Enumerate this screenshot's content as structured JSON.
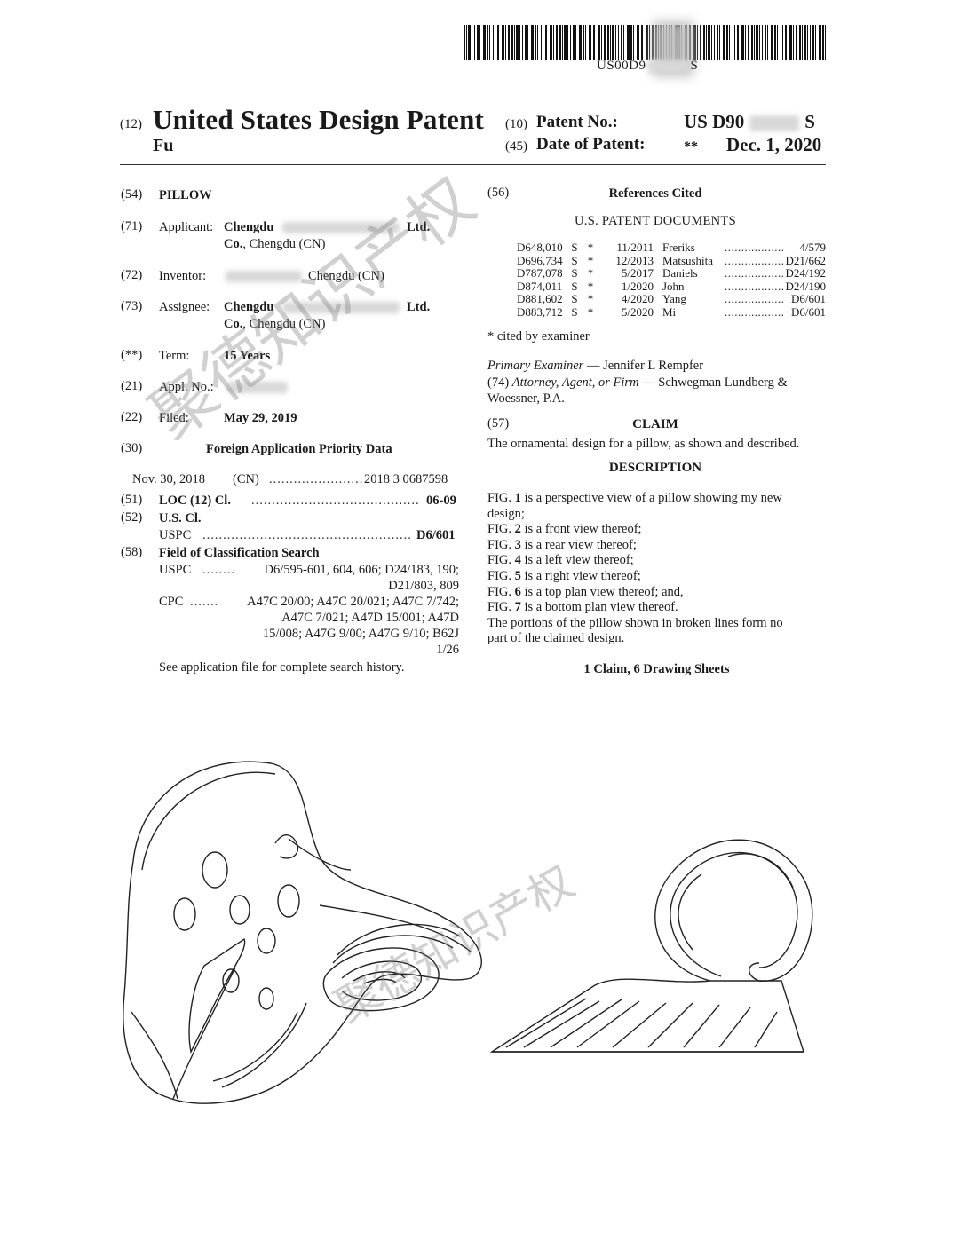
{
  "barcode": {
    "text_prefix": "US00D9",
    "text_suffix": "S"
  },
  "header": {
    "code_12": "(12)",
    "title": "United States Design Patent",
    "inventor_surname": "Fu",
    "code_10": "(10)",
    "patent_no_label": "Patent No.:",
    "patent_no_prefix": "US D90",
    "patent_no_suffix": "S",
    "code_45": "(45)",
    "date_label": "Date of Patent:",
    "date_marker": "**",
    "date_value": "Dec. 1, 2020"
  },
  "left": {
    "c54": "(54)",
    "title": "PILLOW",
    "c71": "(71)",
    "applicant_label": "Applicant:",
    "applicant_a": "Chengdu",
    "applicant_b": "Ltd.",
    "applicant_c": "Co.",
    "applicant_d": ", Chengdu (CN)",
    "c72": "(72)",
    "inventor_label": "Inventor:",
    "inventor_city": "Chengdu (CN)",
    "c73": "(73)",
    "assignee_label": "Assignee:",
    "assignee_a": "Chengdu",
    "assignee_b": "Ltd.",
    "assignee_c": "Co.",
    "assignee_d": ", Chengdu (CN)",
    "cstar": "(**)",
    "term_label": "Term:",
    "term_value": "15 Years",
    "c21": "(21)",
    "appl_label": "Appl. No.:",
    "c22": "(22)",
    "filed_label": "Filed:",
    "filed_value": "May 29, 2019",
    "c30": "(30)",
    "priority_heading": "Foreign Application Priority Data",
    "priority_date": "Nov. 30, 2018",
    "priority_country": "(CN)",
    "priority_number": "2018 3 0687598",
    "c51": "(51)",
    "loc_label": "LOC (12) Cl.",
    "loc_value": "06-09",
    "c52": "(52)",
    "uscl_label": "U.S. Cl.",
    "uspc_label": "USPC",
    "uspc_value": "D6/601",
    "c58": "(58)",
    "field_heading": "Field of Classification Search",
    "search_uspc_label": "USPC",
    "search_uspc_1": "D6/595-601, 604, 606; D24/183, 190;",
    "search_uspc_2": "D21/803, 809",
    "search_cpc_label": "CPC",
    "search_cpc_1": "A47C 20/00; A47C 20/021; A47C 7/742;",
    "search_cpc_2": "A47C 7/021; A47D 15/001; A47D",
    "search_cpc_3": "15/008; A47G 9/00; A47G 9/10; B62J",
    "search_cpc_4": "1/26",
    "search_note": "See application file for complete search history."
  },
  "right": {
    "c56": "(56)",
    "refs_heading": "References Cited",
    "us_docs_heading": "U.S. PATENT DOCUMENTS",
    "refs": [
      {
        "num": "D648,010",
        "kind": "S",
        "star": "*",
        "date": "11/2011",
        "name": "Freriks",
        "cls": "4/579"
      },
      {
        "num": "D696,734",
        "kind": "S",
        "star": "*",
        "date": "12/2013",
        "name": "Matsushita",
        "cls": "D21/662"
      },
      {
        "num": "D787,078",
        "kind": "S",
        "star": "*",
        "date": "5/2017",
        "name": "Daniels",
        "cls": "D24/192"
      },
      {
        "num": "D874,011",
        "kind": "S",
        "star": "*",
        "date": "1/2020",
        "name": "John",
        "cls": "D24/190"
      },
      {
        "num": "D881,602",
        "kind": "S",
        "star": "*",
        "date": "4/2020",
        "name": "Yang",
        "cls": "D6/601"
      },
      {
        "num": "D883,712",
        "kind": "S",
        "star": "*",
        "date": "5/2020",
        "name": "Mi",
        "cls": "D6/601"
      }
    ],
    "cited_note": "* cited by examiner",
    "examiner_label": "Primary Examiner",
    "examiner_name": "— Jennifer L Rempfer",
    "c74": "(74)",
    "attorney_label": "Attorney, Agent, or Firm",
    "attorney_1": "— Schwegman Lundberg &",
    "attorney_2": "Woessner, P.A.",
    "c57": "(57)",
    "claim_heading": "CLAIM",
    "claim_text": "The ornamental design for a pillow, as shown and described.",
    "description_heading": "DESCRIPTION",
    "desc_lines": [
      {
        "pre": "FIG. ",
        "num": "1",
        "post": " is a perspective view of a pillow showing my new"
      },
      {
        "pre": "design;",
        "num": "",
        "post": ""
      },
      {
        "pre": "FIG. ",
        "num": "2",
        "post": " is a front view thereof;"
      },
      {
        "pre": "FIG. ",
        "num": "3",
        "post": " is a rear view thereof;"
      },
      {
        "pre": "FIG. ",
        "num": "4",
        "post": " is a left view thereof;"
      },
      {
        "pre": "FIG. ",
        "num": "5",
        "post": " is a right view thereof;"
      },
      {
        "pre": "FIG. ",
        "num": "6",
        "post": " is a top plan view thereof; and,"
      },
      {
        "pre": "FIG. ",
        "num": "7",
        "post": " is a bottom plan view thereof."
      },
      {
        "pre": "The portions of the pillow shown in broken lines form no",
        "num": "",
        "post": ""
      },
      {
        "pre": "part of the claimed design.",
        "num": "",
        "post": ""
      }
    ],
    "claims_summary": "1 Claim, 6 Drawing Sheets"
  },
  "watermark": {
    "text": "聚德知识产权"
  }
}
